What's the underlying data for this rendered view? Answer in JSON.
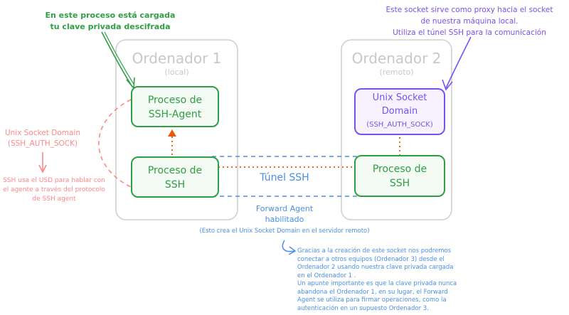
{
  "computers": {
    "c1": {
      "title": "Ordenador 1",
      "subtitle": "(local)"
    },
    "c2": {
      "title": "Ordenador 2",
      "subtitle": "(remoto)"
    }
  },
  "nodes": {
    "ssh_agent": [
      "Proceso de",
      "SSH-Agent"
    ],
    "ssh_proc_1": [
      "Proceso de",
      "SSH"
    ],
    "ssh_proc_2": [
      "Proceso de",
      "SSH"
    ],
    "unix_socket_remote": [
      "Unix Socket",
      "Domain",
      "(SSH_AUTH_SOCK)"
    ]
  },
  "tunnel_label": "Túnel SSH",
  "notes": {
    "agent_note": [
      "En este proceso está cargada",
      "tu clave privada descifrada"
    ],
    "socket_note": [
      "Este socket sirve como proxy hacia el socket",
      "de nuestra máquina local.",
      "Utiliza el túnel SSH para la comunicación"
    ],
    "usd_local_title": [
      "Unix Socket Domain",
      "(SSH_AUTH_SOCK)"
    ],
    "usd_local_desc": [
      "SSH usa el USD para hablar con",
      "el agente a través del protocolo",
      "de SSH agent"
    ],
    "forward_agent": [
      "Forward Agent",
      "habilitado"
    ],
    "forward_agent_sub": "(Esto crea el Unix Socket Domain en el servidor remoto)",
    "bottom_note": [
      "Gracias a la creación de este socket nos podremos",
      "conectar a otros equipos (Ordenador 3) desde el",
      "Ordenador 2 usando nuestra clave privada cargada",
      "en el Ordenador 1 .",
      "Un apunte importante es que la clave privada nunca",
      "abandona el Ordenador 1, en su lugar, el Forward",
      "Agent se utiliza para firmar operaciones, como la",
      "autenticación en un supuesto Ordenador 3."
    ]
  },
  "colors": {
    "green": "#2f9e44",
    "green_fill": "#f4fbf5",
    "purple": "#7950f2",
    "purple_fill": "#f6f3ff",
    "blue": "#4a8fe7",
    "red": "#ff8787",
    "orange": "#e8590c",
    "grey": "#c8c8c8"
  }
}
